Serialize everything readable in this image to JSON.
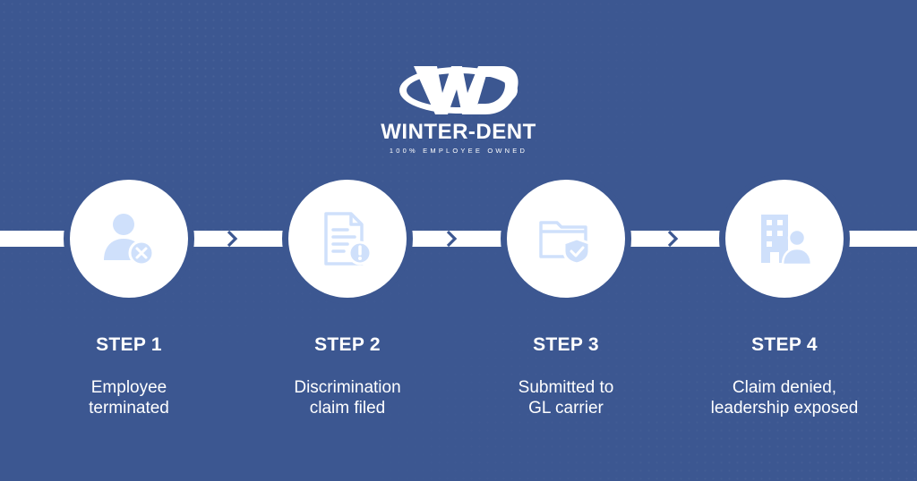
{
  "brand": {
    "name": "WINTER-DENT",
    "tagline": "100% EMPLOYEE OWNED",
    "mark": "WD"
  },
  "colors": {
    "background": "#3c5791",
    "band": "#ffffff",
    "icon": "#cfe0fb",
    "text": "#ffffff"
  },
  "steps": [
    {
      "title": "STEP 1",
      "lines": [
        "Employee",
        "terminated"
      ],
      "icon": "user-remove-icon"
    },
    {
      "title": "STEP 2",
      "lines": [
        "Discrimination",
        "claim filed"
      ],
      "icon": "document-alert-icon"
    },
    {
      "title": "STEP 3",
      "lines": [
        "Submitted to",
        "GL carrier"
      ],
      "icon": "folder-shield-icon"
    },
    {
      "title": "STEP 4",
      "lines": [
        "Claim denied,",
        "leadership exposed"
      ],
      "icon": "building-person-icon"
    }
  ]
}
